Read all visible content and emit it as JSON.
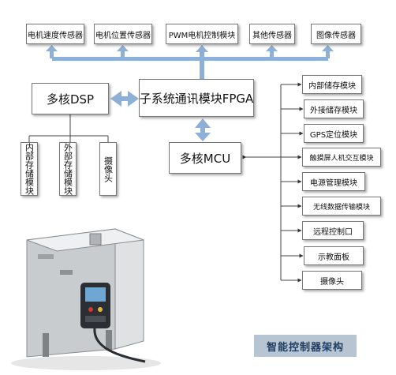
{
  "sensors": [
    "电机速度传感器",
    "电机位置传感器",
    "PWM电机控制模块",
    "其他传感器",
    "图像传感器"
  ],
  "dsp": "多核DSP",
  "fpga": "子系统通讯模块FPGA",
  "mcu": "多核MCU",
  "dsp_children": [
    "内部存储模块",
    "外部存储模块",
    "摄像头"
  ],
  "mcu_children": [
    "内部储存模块",
    "外接储存模块",
    "GPS定位模块",
    "触摸屏人机交互模块",
    "电源管理模块",
    "无线数据传输模块",
    "远程控制口",
    "示教面板",
    "摄像头"
  ],
  "caption": "智能控制器架构",
  "colors": {
    "arrow": "#8fb0d6",
    "line": "#444444",
    "caption_bg": "#b7c4d2",
    "caption_text": "#1f3e63"
  }
}
